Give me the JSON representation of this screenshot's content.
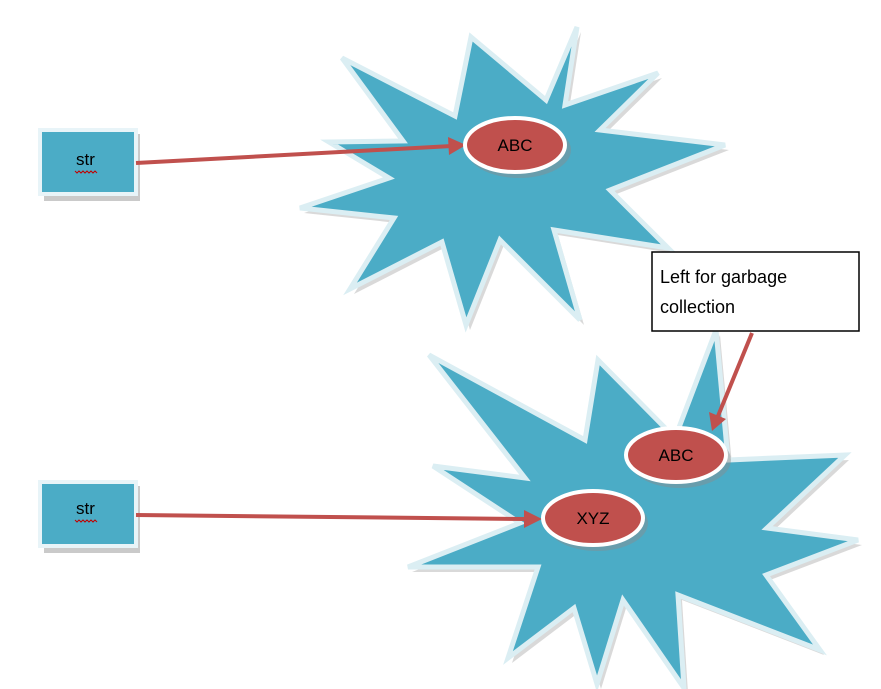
{
  "diagram": {
    "top": {
      "variable_label": "str",
      "object_label": "ABC"
    },
    "bottom": {
      "variable_label": "str",
      "old_object_label": "ABC",
      "new_object_label": "XYZ"
    },
    "note": {
      "line1": "Left for garbage",
      "line2": "collection"
    }
  },
  "colors": {
    "heap_fill": "#4bacc6",
    "heap_outline": "#dbeef3",
    "object_fill": "#c0504d",
    "arrow": "#c0504d",
    "variable_fill": "#4bacc6"
  }
}
